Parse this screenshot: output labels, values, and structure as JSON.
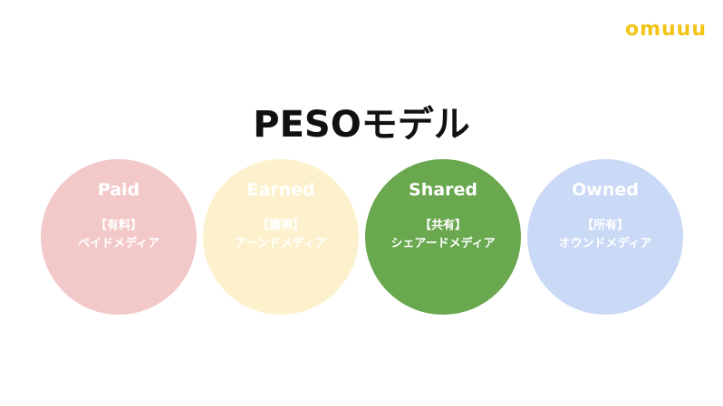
{
  "logo": "omuuu",
  "title": "PESOモデル",
  "circles": [
    {
      "name": "Paid",
      "kind": "【有料】",
      "sub": "ペイドメディア",
      "color": "#f2c9c8"
    },
    {
      "name": "Earned",
      "kind": "【獲得】",
      "sub": "アーンドメディア",
      "color": "#fdf1cd"
    },
    {
      "name": "Shared",
      "kind": "【共有】",
      "sub": "シェアードメディア",
      "color": "#69a84f"
    },
    {
      "name": "Owned",
      "kind": "【所有】",
      "sub": "オウンドメディア",
      "color": "#cad9f6"
    }
  ],
  "brand_color": "#f3c316"
}
